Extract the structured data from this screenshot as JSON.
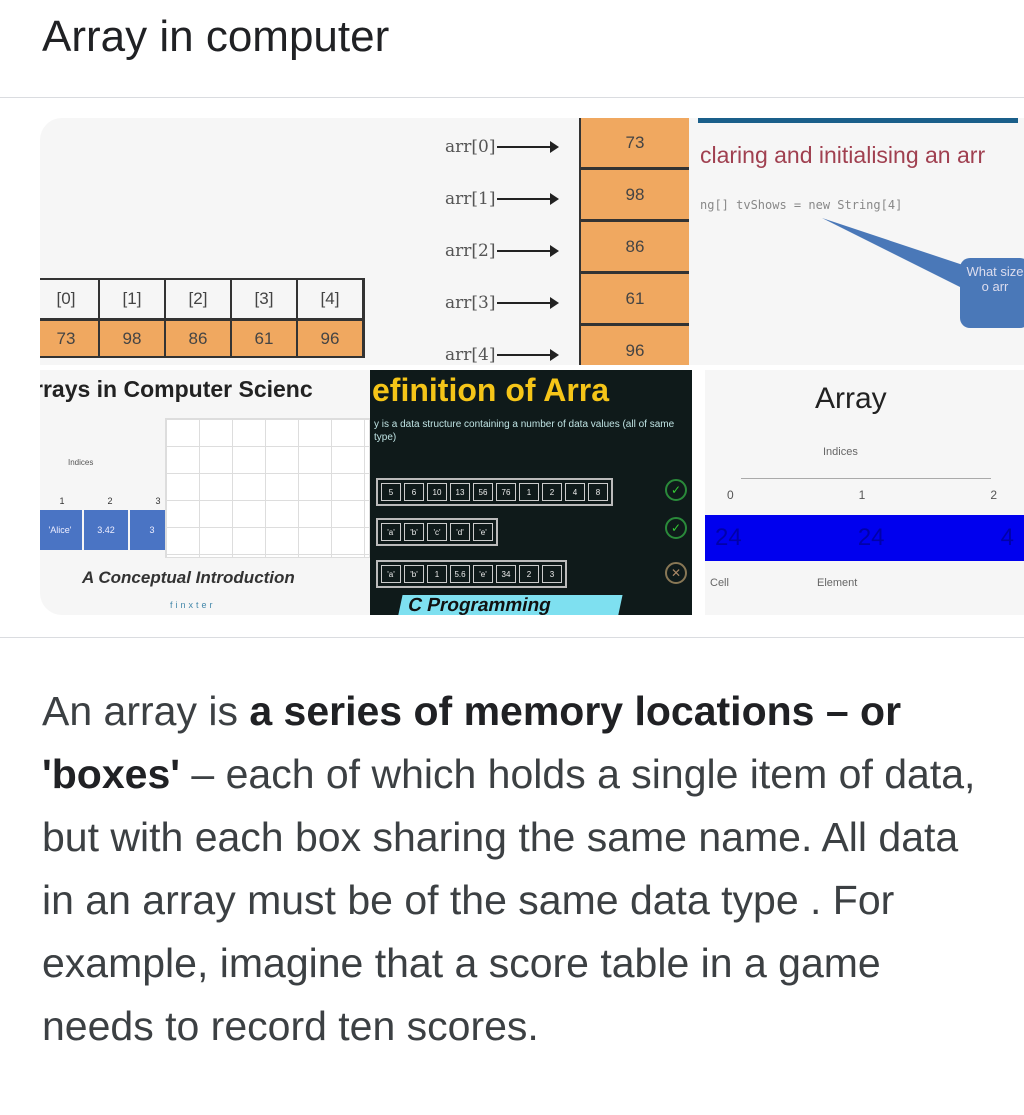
{
  "title": "Array in computer",
  "images": {
    "img1": {
      "indices": [
        "[0]",
        "[1]",
        "[2]",
        "[3]",
        "[4]"
      ],
      "values": [
        "73",
        "98",
        "86",
        "61",
        "96"
      ]
    },
    "img2": {
      "labels": [
        "arr[0]",
        "arr[1]",
        "arr[2]",
        "arr[3]",
        "arr[4]"
      ],
      "values": [
        "73",
        "98",
        "86",
        "61",
        "96"
      ]
    },
    "img3": {
      "heading": "claring and initialising an arr",
      "code": "ng[] tvShows = new String[4]",
      "callout": "What size o arr"
    },
    "img4": {
      "heading": "rrays in Computer Scienc",
      "indices_label": "Indices",
      "indices": [
        "1",
        "2",
        "3"
      ],
      "cells": [
        "'Alice'",
        "3.42",
        "3"
      ],
      "caption": "A Conceptual Introduction",
      "brand": "finxter"
    },
    "img5": {
      "heading": "efinition of Arra",
      "subtitle": "y is a data structure containing a number of data values (all of same type)",
      "row1": [
        "5",
        "6",
        "10",
        "13",
        "56",
        "76",
        "1",
        "2",
        "4",
        "8"
      ],
      "row2": [
        "'a'",
        "'b'",
        "'c'",
        "'d'",
        "'e'"
      ],
      "row3": [
        "'a'",
        "'b'",
        "1",
        "5.6",
        "'e'",
        "34",
        "2",
        "3"
      ],
      "banner": "C Programming"
    },
    "img6": {
      "heading": "Array",
      "indices_label": "Indices",
      "indices": [
        "0",
        "1",
        "2"
      ],
      "cells": [
        "24",
        "24",
        "4"
      ],
      "label_cell": "Cell",
      "label_element": "Element"
    }
  },
  "answer": {
    "p1": "An array is ",
    "b1": "a series of memory locations – or 'boxes'",
    "p2": " – each of which holds a single item of data, but with each box sharing the same name. All data in an array must be of the same data type . For example, imagine that a score table in a game needs to record ten scores."
  }
}
